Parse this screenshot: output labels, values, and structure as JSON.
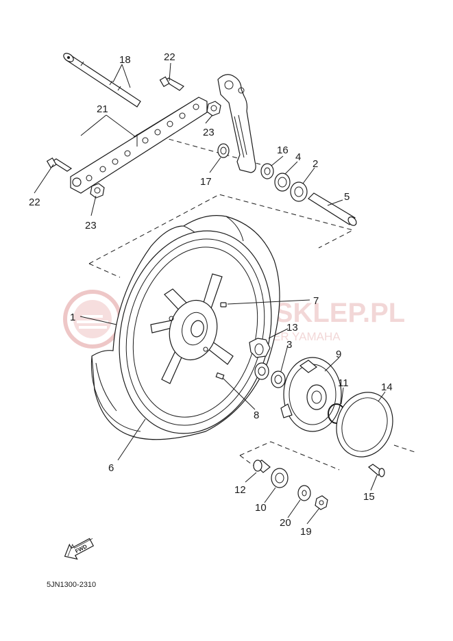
{
  "diagram": {
    "callouts": [
      "1",
      "2",
      "3",
      "4",
      "5",
      "6",
      "7",
      "8",
      "9",
      "10",
      "11",
      "12",
      "13",
      "14",
      "15",
      "16",
      "17",
      "18",
      "19",
      "20",
      "21",
      "22",
      "23"
    ],
    "drawing_code": "5JN1300-2310",
    "fwd_badge": "FWD",
    "watermark": {
      "title": "TOPMOTOSKLEP.PL",
      "subtitle": "AUTORYZOWANY DEALER YAMAHA"
    }
  }
}
